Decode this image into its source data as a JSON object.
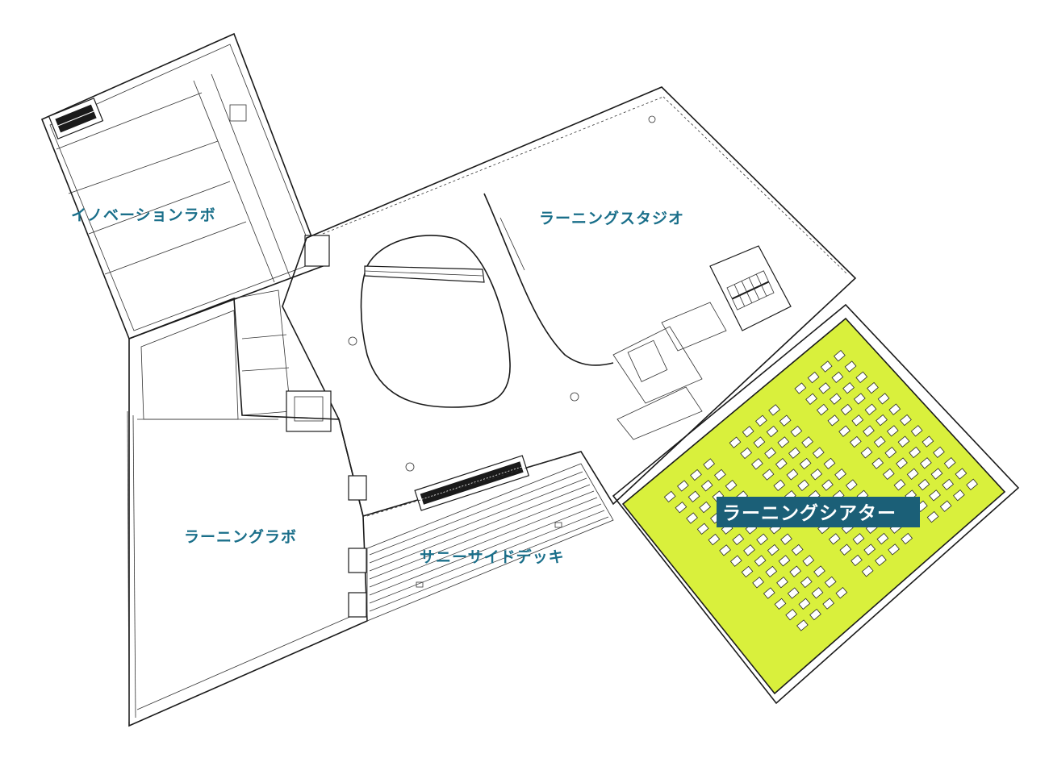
{
  "colors": {
    "label_text": "#1a6f8a",
    "highlight_fill": "#d9f03c",
    "highlight_label_bg": "#1b5f77",
    "highlight_label_text": "#ffffff"
  },
  "rooms": {
    "innovation_lab": "イノベーションラボ",
    "learning_studio": "ラーニングスタジオ",
    "learning_lab": "ラーニングラボ",
    "sunny_side_deck": "サニーサイドデッキ",
    "learning_theater": "ラーニングシアター"
  }
}
